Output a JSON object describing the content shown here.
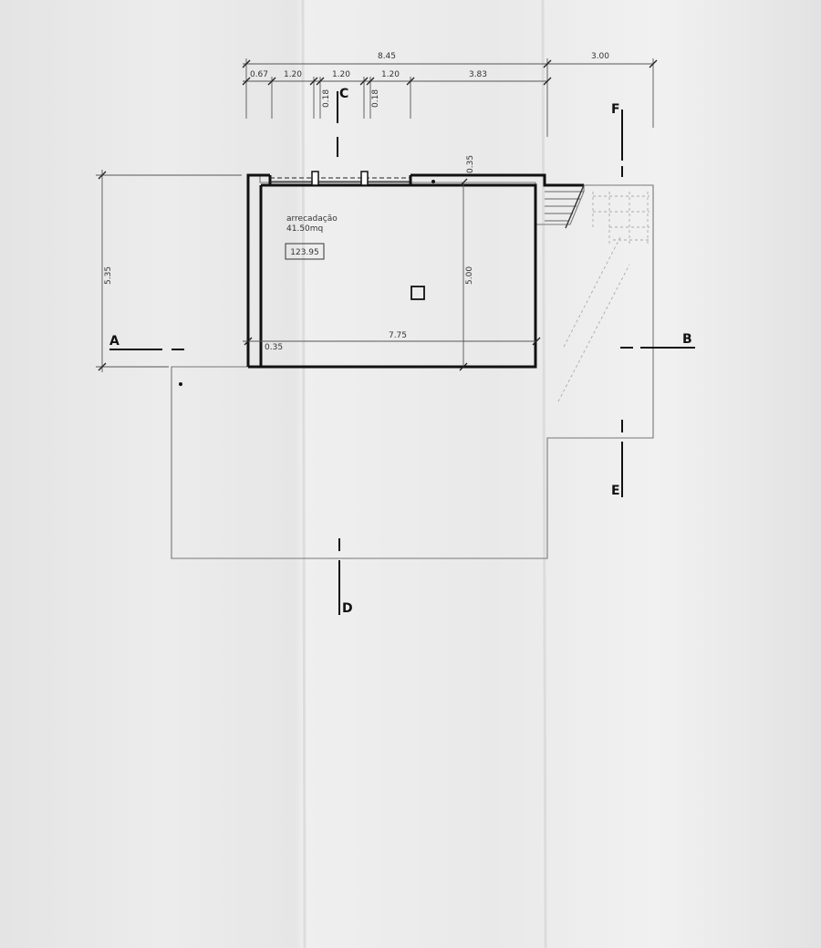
{
  "dimensions": {
    "top_total": "8.45",
    "top_right": "3.00",
    "seg_1": "0.67",
    "seg_2": "1.20",
    "seg_3": "1.20",
    "seg_4": "1.20",
    "seg_5": "3.83",
    "pillar_1": "0.18",
    "pillar_2": "0.18",
    "wall_top": "0.35",
    "wall_left": "0.35",
    "left_height": "5.35",
    "room_height": "5.00",
    "room_width": "7.75"
  },
  "room": {
    "name": "arrecadação",
    "area": "41.50mq",
    "level": "123.95"
  },
  "sections": {
    "a": "A",
    "b": "B",
    "c": "C",
    "d": "D",
    "e": "E",
    "f": "F"
  }
}
